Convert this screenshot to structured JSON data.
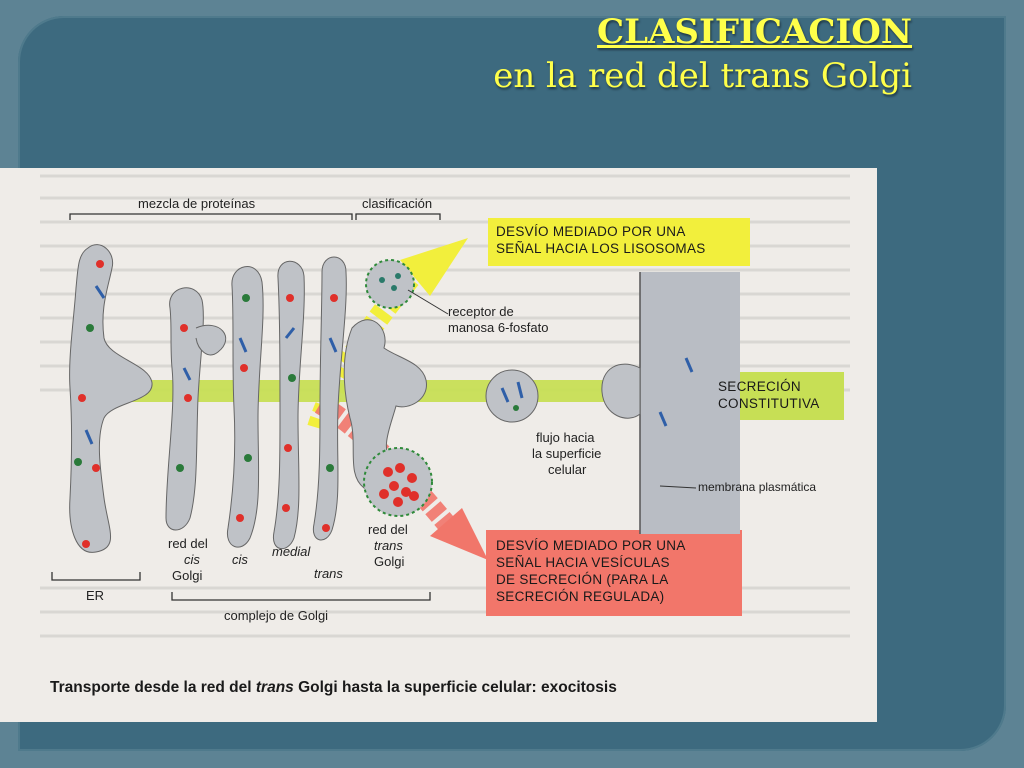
{
  "slide": {
    "title": "CLASIFICACION",
    "subtitle": "en la red del trans Golgi"
  },
  "figure": {
    "top_labels": {
      "mixing": "mezcla de proteínas",
      "sorting": "clasificación"
    },
    "callouts": {
      "lysosome_l1": "DESVÍO MEDIADO POR UNA",
      "lysosome_l2": "SEÑAL HACIA LOS LISOSOMAS",
      "constitutive_l1": "SECRECIÓN",
      "constitutive_l2": "CONSTITUTIVA",
      "regulated_l1": "DESVÍO MEDIADO POR UNA",
      "regulated_l2": "SEÑAL HACIA VESÍCULAS",
      "regulated_l3": "DE SECRECIÓN (PARA LA",
      "regulated_l4": "SECRECIÓN REGULADA)"
    },
    "labels": {
      "receptor_l1": "receptor de",
      "receptor_l2": "manosa 6-fosfato",
      "flow_l1": "flujo hacia",
      "flow_l2": "la superficie",
      "flow_l3": "celular",
      "membrane": "membrana plasmática",
      "cis_net_l1": "red del",
      "cis_net_l2": "cis",
      "cis_net_l3": "Golgi",
      "cis": "cis",
      "medial": "medial",
      "trans": "trans",
      "trans_net_l1": "red del",
      "trans_net_l2": "trans",
      "trans_net_l3": "Golgi",
      "er": "ER",
      "golgi_complex": "complejo de Golgi"
    },
    "caption": {
      "before": "Transporte desde la red del ",
      "italic": "trans",
      "after": " Golgi hasta la superficie celular: exocitosis"
    }
  },
  "colors": {
    "title": "#ffff4a",
    "background": "#3d6a7f",
    "lysosome_arrow": "#f2ef3c",
    "constitutive_arrow": "#c7df55",
    "regulated_arrow": "#f1766a",
    "regulated_box": "#f2766a",
    "cisternae": "#bfc2c7"
  }
}
